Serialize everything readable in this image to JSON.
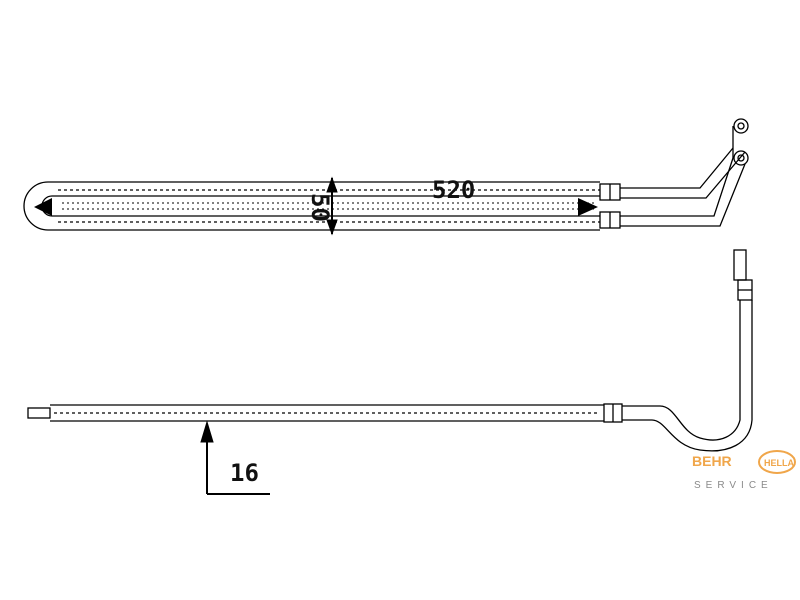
{
  "dimensions": {
    "length": "520",
    "width": "50",
    "diameter": "16"
  },
  "logo": {
    "brand_left": "BEHR",
    "brand_right": "HELLA",
    "subtitle": "SERVICE"
  },
  "colors": {
    "line": "#000000",
    "logo_orange": "#f0a64a",
    "logo_gray": "#8a8a8a"
  }
}
